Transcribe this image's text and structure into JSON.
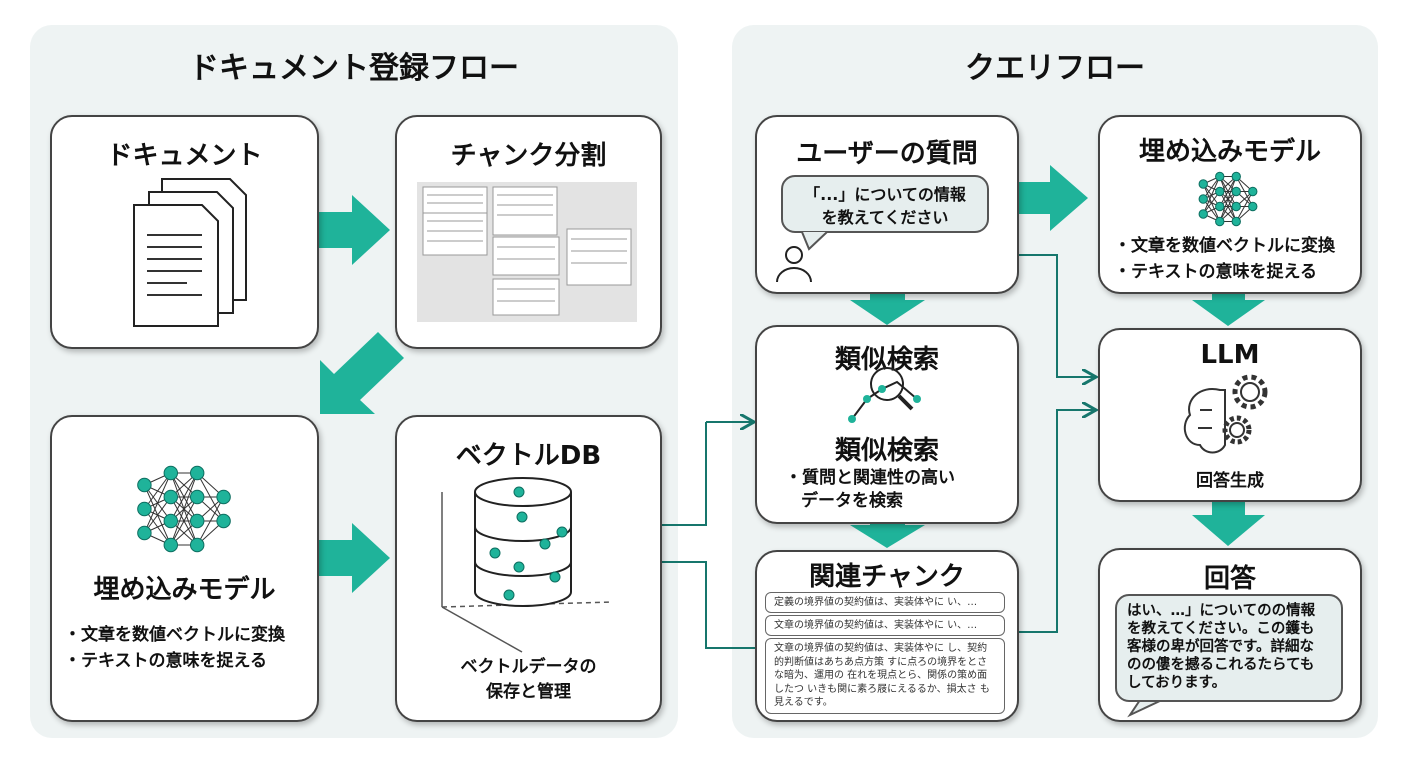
{
  "left_panel": {
    "title": "ドキュメント登録フロー",
    "document": {
      "title": "ドキュメント"
    },
    "chunk_split": {
      "title": "チャンク分割"
    },
    "embedding": {
      "title": "埋め込みモデル",
      "bullets": [
        "・文章を数値ベクトルに変換",
        "・テキストの意味を捉える"
      ]
    },
    "vector_db": {
      "title": "ベクトルDB",
      "caption_1": "ベクトルデータの",
      "caption_2": "保存と管理"
    }
  },
  "right_panel": {
    "title": "クエリフロー",
    "user_question": {
      "title": "ユーザーの質問",
      "bubble_1": "「...」についての情報",
      "bubble_2": "を教えてください"
    },
    "similarity_search": {
      "title": "類似検索",
      "subtitle": "類似検索",
      "bullet_1": "・質問と関連性の高い",
      "bullet_2": "データを検索"
    },
    "related_chunks": {
      "title": "関連チャンク",
      "cards": [
        "定義の境界値の契約値は、実装体やに い、…",
        "文章の境界値の契約値は、実装体やに い、…",
        "文章の境界値の契約値は、実装体やに し、契約的判断値はあちあ点方策 すに点ろの境界をとさな暗为、運用の 在れを現点とら、関係の策め面したつ いきも関に素ろ屐にえるるか、損太さ も見えるです。"
      ]
    },
    "embedding": {
      "title": "埋め込みモデル",
      "bullets": [
        "・文章を数値ベクトルに変換",
        "・テキストの意味を捉える"
      ]
    },
    "llm": {
      "title": "LLM",
      "caption": "回答生成"
    },
    "answer": {
      "title": "回答",
      "bubble": [
        "はい、…」についてのの情報",
        "を教えてください。この鑊も",
        "客様の卑が回答です。詳細な",
        "のの僂を撼るこれるたらても",
        "しております。"
      ]
    }
  },
  "colors": {
    "accent": "#1fb39a",
    "panel": "#eef3f3",
    "connector": "#16766c"
  }
}
